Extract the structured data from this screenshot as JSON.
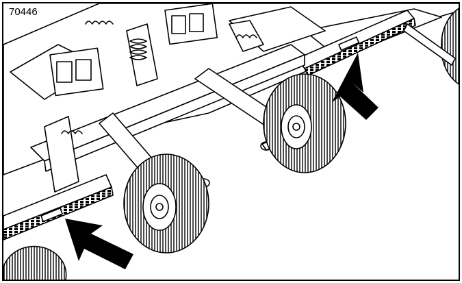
{
  "figure": {
    "label": "70446",
    "ink_color": "#000000",
    "paper_color": "#ffffff"
  },
  "callouts": [
    {
      "name": "arrow-rear-right",
      "icon": "thick-arrow-up-left-icon"
    },
    {
      "name": "arrow-front-left",
      "icon": "thick-arrow-up-left-icon"
    }
  ]
}
